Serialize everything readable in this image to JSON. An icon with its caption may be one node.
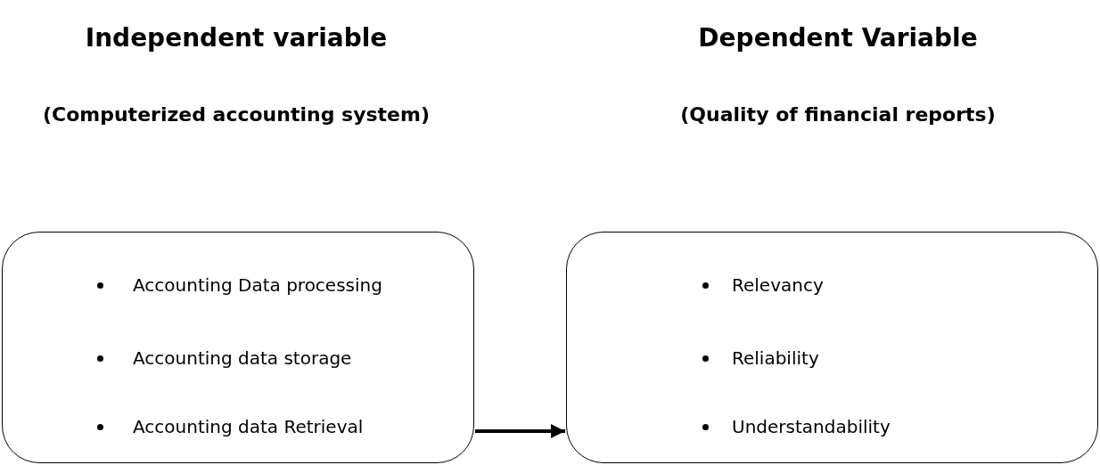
{
  "diagram": {
    "nodes": [
      {
        "text": [
          "Accounting Data processing",
          "Accounting data storage",
          "Accounting data Retrieval"
        ]
      },
      {
        "text": [
          "Relevancy",
          "Reliability",
          "Understandability"
        ]
      }
    ],
    "edges": [
      {
        "from": 0,
        "to": 1,
        "arrow": "to"
      }
    ],
    "labels": [
      "Independent variable",
      "Dependent Variable",
      "(Computerized accounting system)",
      "(Quality of financial reports)"
    ]
  }
}
